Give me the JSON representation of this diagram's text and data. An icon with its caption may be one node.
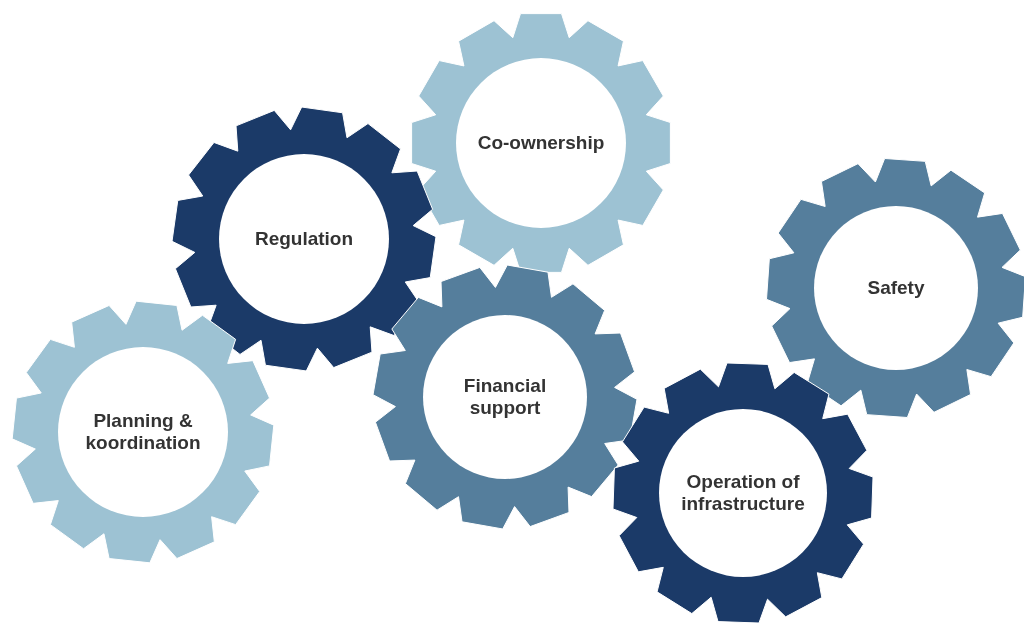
{
  "diagram": {
    "nodes": [
      {
        "text": [
          "Co-ownership"
        ]
      },
      {
        "text": [
          "Regulation"
        ]
      },
      {
        "text": [
          "Safety"
        ]
      },
      {
        "text": [
          "Financial support"
        ]
      },
      {
        "text": [
          "Planning & koordination"
        ]
      },
      {
        "text": [
          "Operation of infrastructure"
        ]
      }
    ]
  }
}
